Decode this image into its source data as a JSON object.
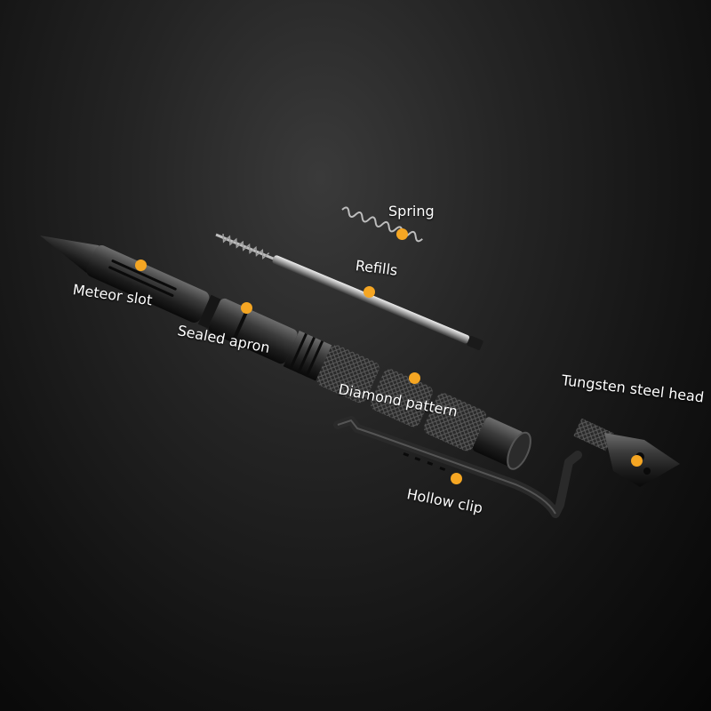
{
  "accent_color": "#f5a623",
  "labels": {
    "spring": "Spring",
    "refills": "Refills",
    "meteor_slot": "Meteor slot",
    "sealed_apron": "Sealed apron",
    "diamond_pattern": "Diamond pattern",
    "tungsten_head": "Tungsten steel head",
    "hollow_clip": "Hollow clip"
  }
}
